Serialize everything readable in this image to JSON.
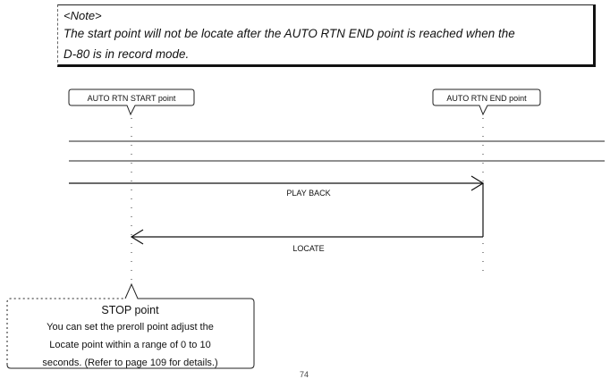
{
  "note": {
    "title": "<Note>",
    "line1": "The start point will not be locate after the AUTO RTN END point is reached when the",
    "line2": "D-80 is in record mode."
  },
  "diagram": {
    "start_label": "AUTO RTN START point",
    "end_label": "AUTO RTN END point",
    "playback_label": "PLAY BACK",
    "locate_label": "LOCATE"
  },
  "stop": {
    "title": "STOP point",
    "lines": [
      "You can set the preroll point adjust the",
      "Locate point within a range of 0 to 10",
      "seconds. (Refer to page 109 for details.)"
    ]
  },
  "page": {
    "number": "74"
  }
}
